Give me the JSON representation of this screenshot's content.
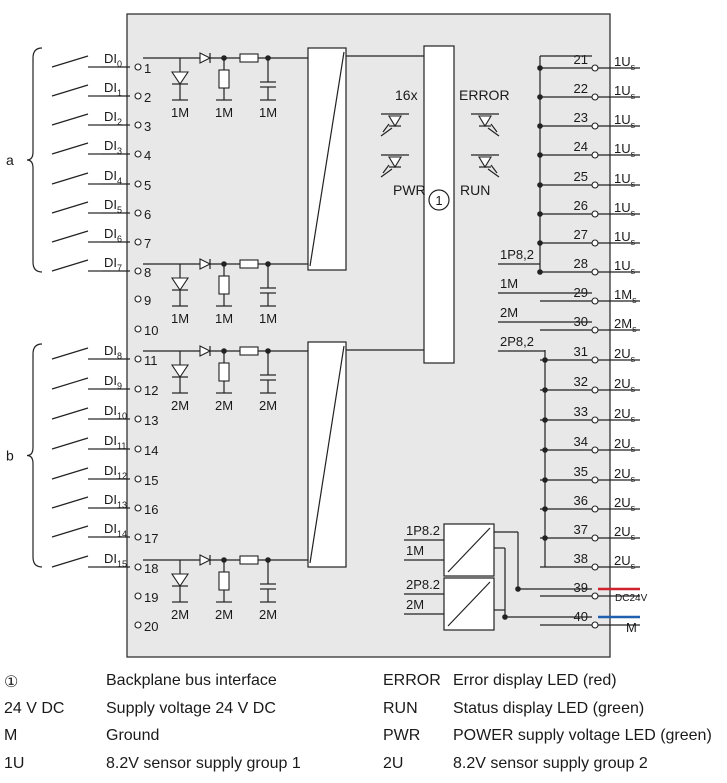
{
  "diagram": {
    "group_labels": {
      "a": "a",
      "b": "b"
    },
    "inputs": [
      {
        "pin": "1",
        "label": "DI",
        "sub": "0"
      },
      {
        "pin": "2",
        "label": "DI",
        "sub": "1"
      },
      {
        "pin": "3",
        "label": "DI",
        "sub": "2"
      },
      {
        "pin": "4",
        "label": "DI",
        "sub": "3"
      },
      {
        "pin": "5",
        "label": "DI",
        "sub": "4"
      },
      {
        "pin": "6",
        "label": "DI",
        "sub": "5"
      },
      {
        "pin": "7",
        "label": "DI",
        "sub": "6"
      },
      {
        "pin": "8",
        "label": "DI",
        "sub": "7"
      },
      {
        "pin": "11",
        "label": "DI",
        "sub": "8"
      },
      {
        "pin": "12",
        "label": "DI",
        "sub": "9"
      },
      {
        "pin": "13",
        "label": "DI",
        "sub": "10"
      },
      {
        "pin": "14",
        "label": "DI",
        "sub": "11"
      },
      {
        "pin": "15",
        "label": "DI",
        "sub": "12"
      },
      {
        "pin": "16",
        "label": "DI",
        "sub": "13"
      },
      {
        "pin": "17",
        "label": "DI",
        "sub": "14"
      },
      {
        "pin": "18",
        "label": "DI",
        "sub": "15"
      }
    ],
    "unused_pins": [
      "9",
      "10",
      "19",
      "20"
    ],
    "circuit_labels": {
      "group1": [
        "1M",
        "1M",
        "1M"
      ],
      "group2": [
        "2M",
        "2M",
        "2M"
      ]
    },
    "led_labels": {
      "count": "16x",
      "error": "ERROR",
      "pwr": "PWR",
      "run": "RUN"
    },
    "bus_marker": "1",
    "right_pins": [
      {
        "pin": "21",
        "label": "1U",
        "sub": "s"
      },
      {
        "pin": "22",
        "label": "1U",
        "sub": "s"
      },
      {
        "pin": "23",
        "label": "1U",
        "sub": "s"
      },
      {
        "pin": "24",
        "label": "1U",
        "sub": "s"
      },
      {
        "pin": "25",
        "label": "1U",
        "sub": "s"
      },
      {
        "pin": "26",
        "label": "1U",
        "sub": "s"
      },
      {
        "pin": "27",
        "label": "1U",
        "sub": "s"
      },
      {
        "pin": "28",
        "label": "1U",
        "sub": "s"
      },
      {
        "pin": "29",
        "label": "1M",
        "sub": "s"
      },
      {
        "pin": "30",
        "label": "2M",
        "sub": "s"
      },
      {
        "pin": "31",
        "label": "2U",
        "sub": "s"
      },
      {
        "pin": "32",
        "label": "2U",
        "sub": "s"
      },
      {
        "pin": "33",
        "label": "2U",
        "sub": "s"
      },
      {
        "pin": "34",
        "label": "2U",
        "sub": "s"
      },
      {
        "pin": "35",
        "label": "2U",
        "sub": "s"
      },
      {
        "pin": "36",
        "label": "2U",
        "sub": "s"
      },
      {
        "pin": "37",
        "label": "2U",
        "sub": "s"
      },
      {
        "pin": "38",
        "label": "2U",
        "sub": "s"
      },
      {
        "pin": "39",
        "label": "",
        "sub": ""
      },
      {
        "pin": "40",
        "label": "",
        "sub": ""
      }
    ],
    "rail_labels": {
      "p1": "1P8,2",
      "m1": "1M",
      "m2": "2M",
      "p2": "2P8,2",
      "psu1_top": "1P8.2",
      "psu1_bottom": "1M",
      "psu2_top": "2P8.2",
      "psu2_bottom": "2M"
    },
    "supply_labels": {
      "dc24v": "DC24V",
      "m": "M"
    },
    "colors": {
      "dc24v": "#d0222a",
      "m": "#1f5fae",
      "module": "#e8e8e8"
    }
  },
  "legend": [
    {
      "key": "①",
      "text": "Backplane bus interface"
    },
    {
      "key": "ERROR",
      "text": "Error display LED (red)"
    },
    {
      "key": "24 V DC",
      "text": "Supply voltage 24 V DC"
    },
    {
      "key": "RUN",
      "text": "Status display LED (green)"
    },
    {
      "key": "M",
      "text": "Ground"
    },
    {
      "key": "PWR",
      "text": "POWER supply voltage LED (green)"
    },
    {
      "key": "1U",
      "text": "8.2V sensor supply group 1"
    },
    {
      "key": "2U",
      "text": "8.2V sensor supply group 2"
    }
  ]
}
